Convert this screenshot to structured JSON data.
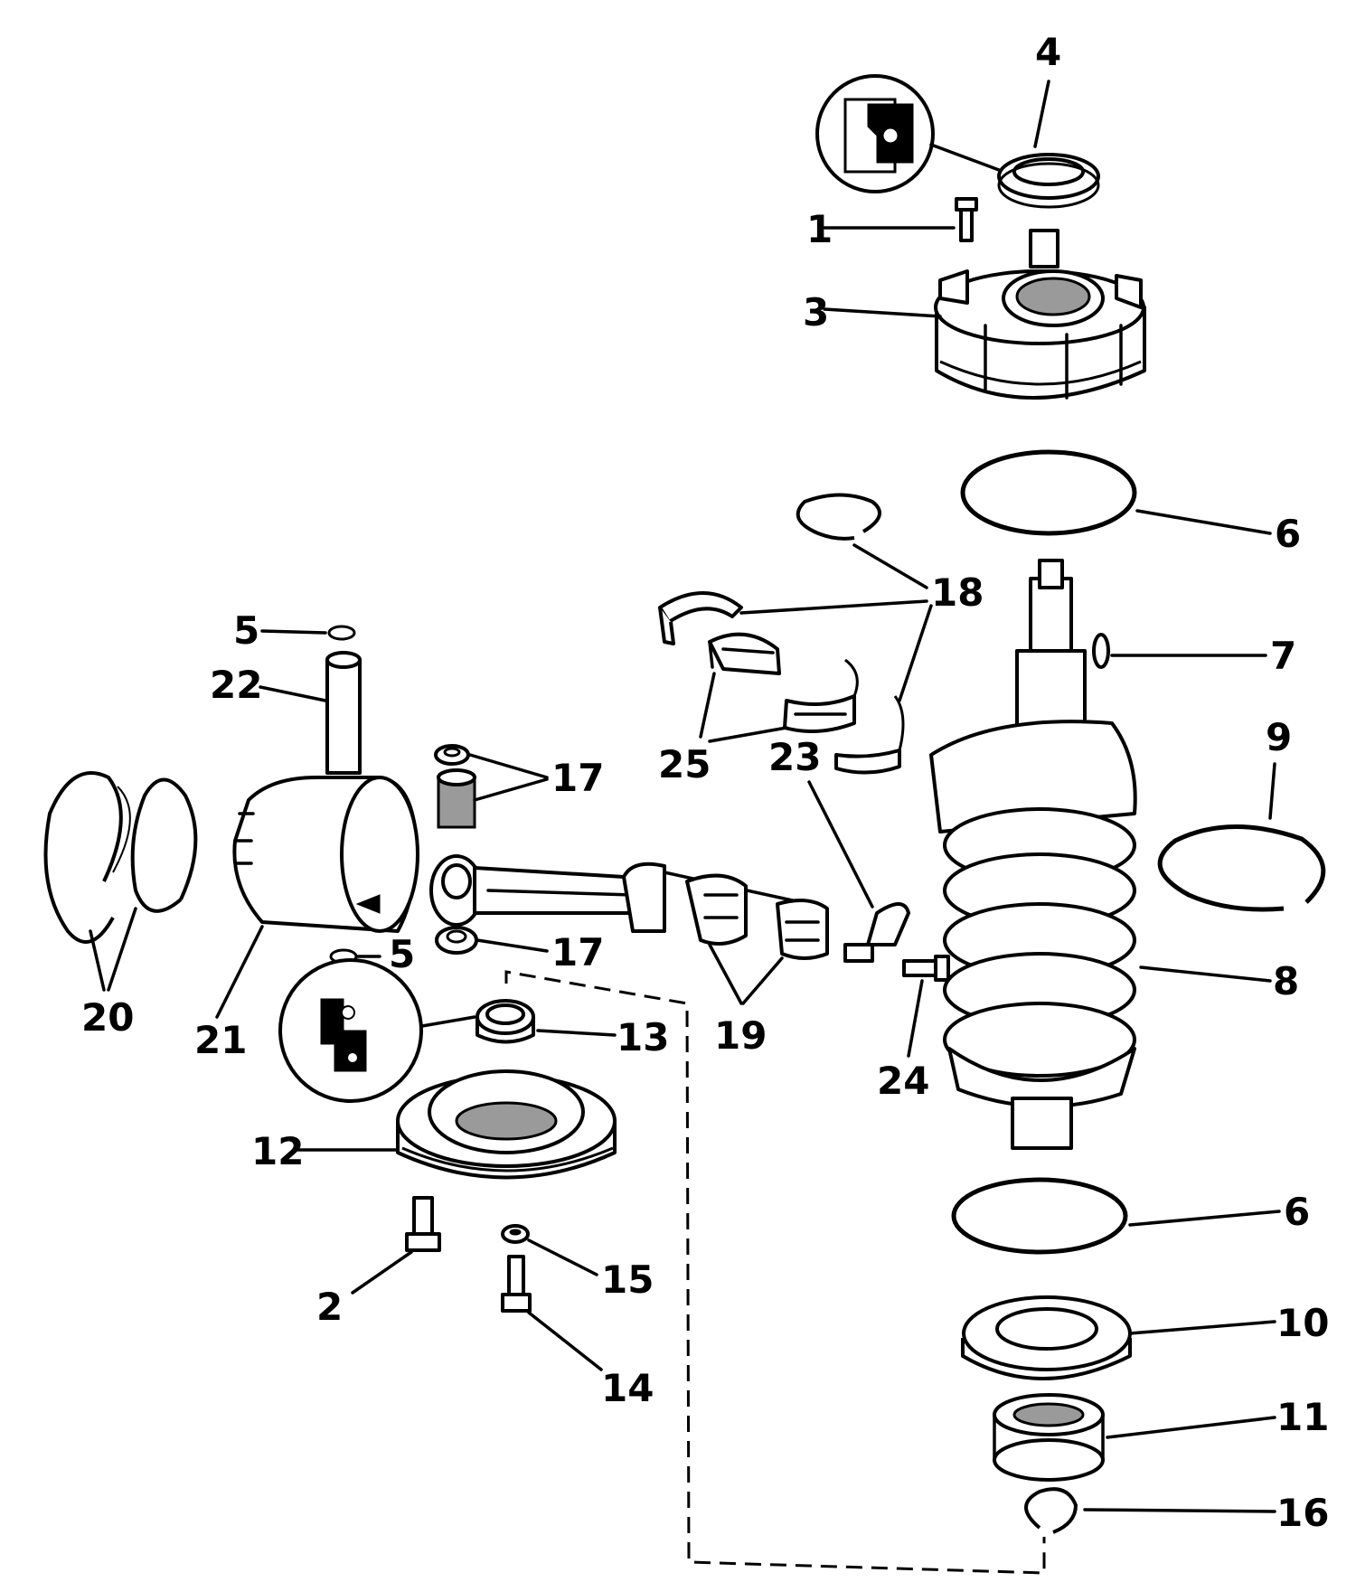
{
  "labels": {
    "l1": "1",
    "l2": "2",
    "l3": "3",
    "l4": "4",
    "l5a": "5",
    "l5b": "5",
    "l6a": "6",
    "l6b": "6",
    "l7": "7",
    "l8": "8",
    "l9": "9",
    "l10": "10",
    "l11": "11",
    "l12": "12",
    "l13": "13",
    "l14": "14",
    "l15": "15",
    "l16": "16",
    "l17a": "17",
    "l17b": "17",
    "l18": "18",
    "l19": "19",
    "l20": "20",
    "l21": "21",
    "l22": "22",
    "l23": "23",
    "l24": "24",
    "l25": "25"
  },
  "colors": {
    "ink": "#000000",
    "paper": "#ffffff",
    "shade": "#9a9a9a"
  }
}
